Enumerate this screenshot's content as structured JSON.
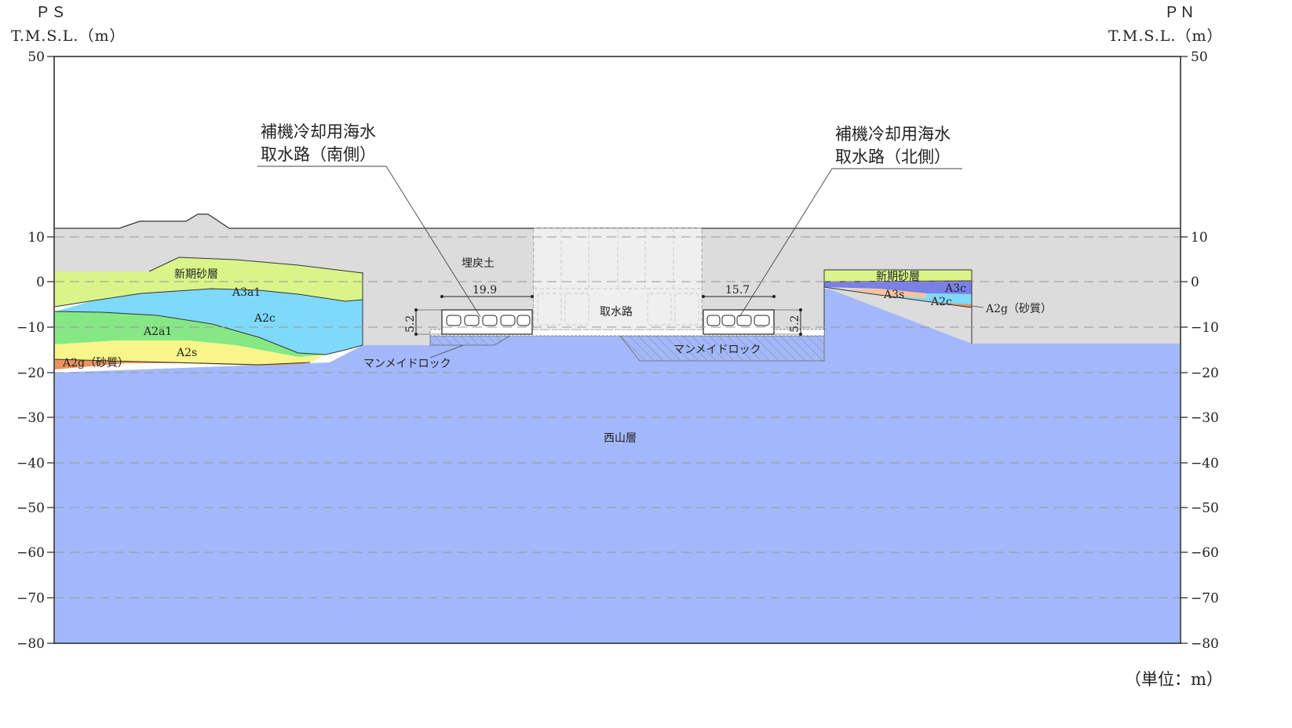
{
  "header": {
    "left_side": "ＰＳ",
    "right_side": "ＰＮ",
    "left_axis_title": "T.M.S.L.（m）",
    "right_axis_title": "T.M.S.L.（m）"
  },
  "axis": {
    "tick_labels": [
      "50",
      "10",
      "0",
      "−10",
      "−20",
      "−30",
      "−40",
      "−50",
      "−60",
      "−70",
      "−80"
    ]
  },
  "layers": {
    "shinki_sand": "新期砂層",
    "a3a1": "A3a1",
    "a2c": "A2c",
    "a2a1": "A2a1",
    "a2s": "A2s",
    "a2g_left": "A2g（砂質）",
    "umemodoshi": "埋戻土",
    "nishiyama": "西山層",
    "manmade_left": "マンメイドロック",
    "manmade_right": "マンメイドロック",
    "intake": "取水路",
    "shinki_sand_right": "新期砂層",
    "a3c": "A3c",
    "a3s": "A3s",
    "a2c_right": "A2c",
    "a2g_right": "A2g（砂質）"
  },
  "callouts": {
    "south_line1": "補機冷却用海水",
    "south_line2": "取水路（南側）",
    "north_line1": "補機冷却用海水",
    "north_line2": "取水路（北側）"
  },
  "dimensions": {
    "south_width": "19.9",
    "south_height": "5.2",
    "north_width": "15.7",
    "north_height": "5.2"
  },
  "unit_note": "（単位：m）",
  "colors": {
    "nishiyama": "#a3b8fb",
    "fill_soil": "#dcdcdc",
    "shinki_sand": "#d9f58a",
    "a2c": "#7fd9fa",
    "a2a1": "#86e884",
    "a2s": "#f8f58a",
    "a2g": "#e8925e",
    "a3c": "#7a80e6"
  }
}
